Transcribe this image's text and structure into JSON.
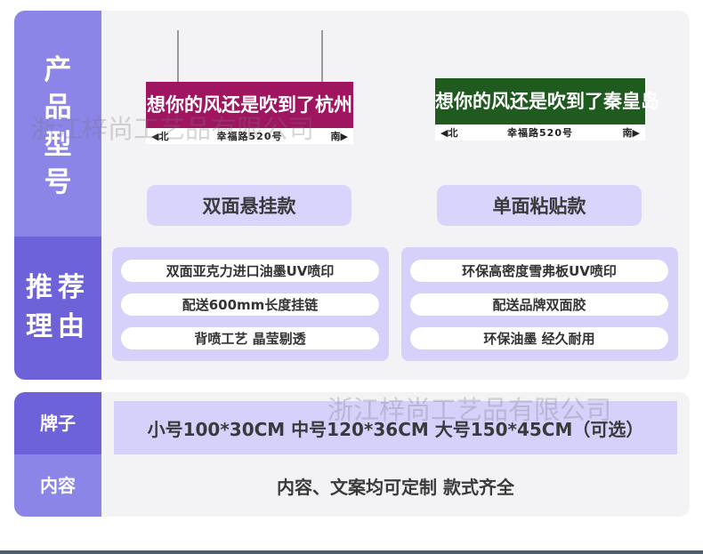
{
  "labels": {
    "product_model": "产品型号",
    "recommend_reason": "推荐理由",
    "sign_size": "牌子",
    "content": "内容"
  },
  "products": [
    {
      "sign_text": "想你的风还是吹到了杭州",
      "strip_left": "◀北",
      "strip_mid": "幸福路520号",
      "strip_right": "南▶",
      "color": "#a0155f",
      "style": "双面悬挂款",
      "reasons": [
        "双面亚克力进口油墨UV喷印",
        "配送600mm长度挂链",
        "背喷工艺 晶莹剔透"
      ]
    },
    {
      "sign_text": "想你的风还是吹到了秦皇岛",
      "strip_left": "◀北",
      "strip_mid": "幸福路520号",
      "strip_right": "南▶",
      "color": "#1f5a1f",
      "style": "单面粘贴款",
      "reasons": [
        "环保高密度雪弗板UV喷印",
        "配送品牌双面胶",
        "环保油墨 经久耐用"
      ]
    }
  ],
  "sizes_text": "小号100*30CM   中号120*36CM  大号150*45CM（可选）",
  "content_text": "内容、文案均可定制 款式齐全",
  "watermark": "浙江梓尚工艺品有限公司",
  "colors": {
    "side_light": "#8b85e8",
    "side_dark": "#6e62d8",
    "pill_bg": "#d5d1fb"
  }
}
